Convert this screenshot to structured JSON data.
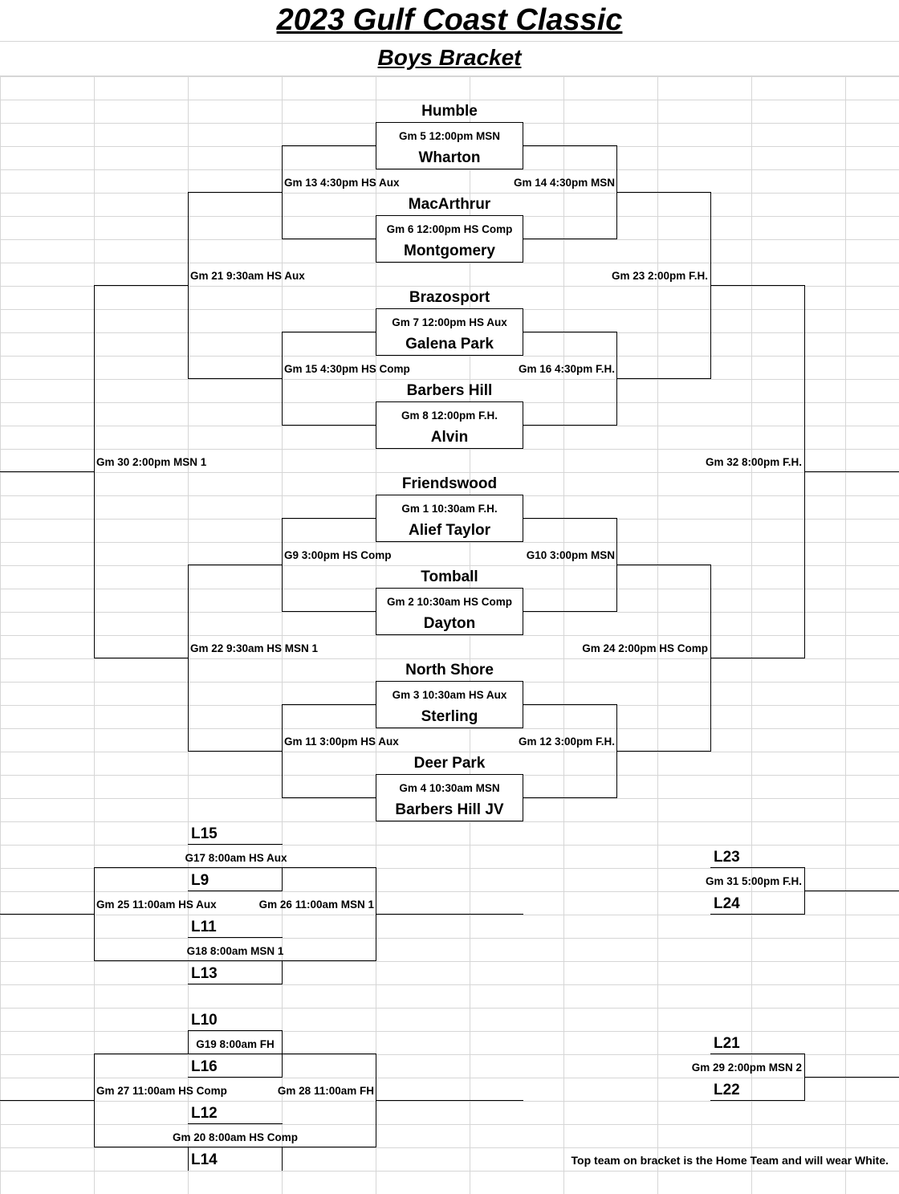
{
  "header": {
    "title": "2023 Gulf Coast Classic",
    "subtitle": "Boys Bracket"
  },
  "teams": [
    "Humble",
    "Wharton",
    "MacArthrur",
    "Montgomery",
    "Brazosport",
    "Galena Park",
    "Barbers Hill",
    "Alvin",
    "Friendswood",
    "Alief Taylor",
    "Tomball",
    "Dayton",
    "North Shore",
    "Sterling",
    "Deer Park",
    "Barbers Hill JV"
  ],
  "games": {
    "gm1": "Gm 1 10:30am F.H.",
    "gm2": "Gm 2 10:30am HS Comp",
    "gm3": "Gm 3 10:30am HS Aux",
    "gm4": "Gm 4 10:30am MSN",
    "gm5": "Gm 5 12:00pm MSN",
    "gm6": "Gm 6 12:00pm HS Comp",
    "gm7": "Gm 7 12:00pm HS Aux",
    "gm8": "Gm 8 12:00pm F.H.",
    "gm9": "G9 3:00pm HS Comp",
    "gm10": "G10 3:00pm MSN",
    "gm11": "Gm 11 3:00pm HS Aux",
    "gm12": "Gm 12 3:00pm F.H.",
    "gm13": "Gm 13 4:30pm HS Aux",
    "gm14": "Gm 14 4:30pm MSN",
    "gm15": "Gm 15 4:30pm HS Comp",
    "gm16": "Gm 16 4:30pm F.H.",
    "gm17": "G17 8:00am HS Aux",
    "gm18": "G18 8:00am MSN 1",
    "gm19": "G19 8:00am FH",
    "gm20": "Gm 20 8:00am HS Comp",
    "gm21": "Gm 21 9:30am HS Aux",
    "gm22": "Gm 22 9:30am HS MSN 1",
    "gm23": "Gm 23 2:00pm F.H.",
    "gm24": "Gm 24 2:00pm HS Comp",
    "gm25": "Gm 25 11:00am HS Aux",
    "gm26": "Gm 26 11:00am MSN 1",
    "gm27": "Gm 27 11:00am HS Comp",
    "gm28": "Gm 28 11:00am FH",
    "gm29": "Gm 29 2:00pm MSN 2",
    "gm30": "Gm 30 2:00pm MSN 1",
    "gm31": "Gm 31 5:00pm F.H.",
    "gm32": "Gm 32 8:00pm F.H."
  },
  "losers": {
    "L9": "L9",
    "L10": "L10",
    "L11": "L11",
    "L12": "L12",
    "L13": "L13",
    "L14": "L14",
    "L15": "L15",
    "L16": "L16",
    "L21": "L21",
    "L22": "L22",
    "L23": "L23",
    "L24": "L24"
  },
  "footer_note": "Top team on bracket is the Home Team and will wear White."
}
